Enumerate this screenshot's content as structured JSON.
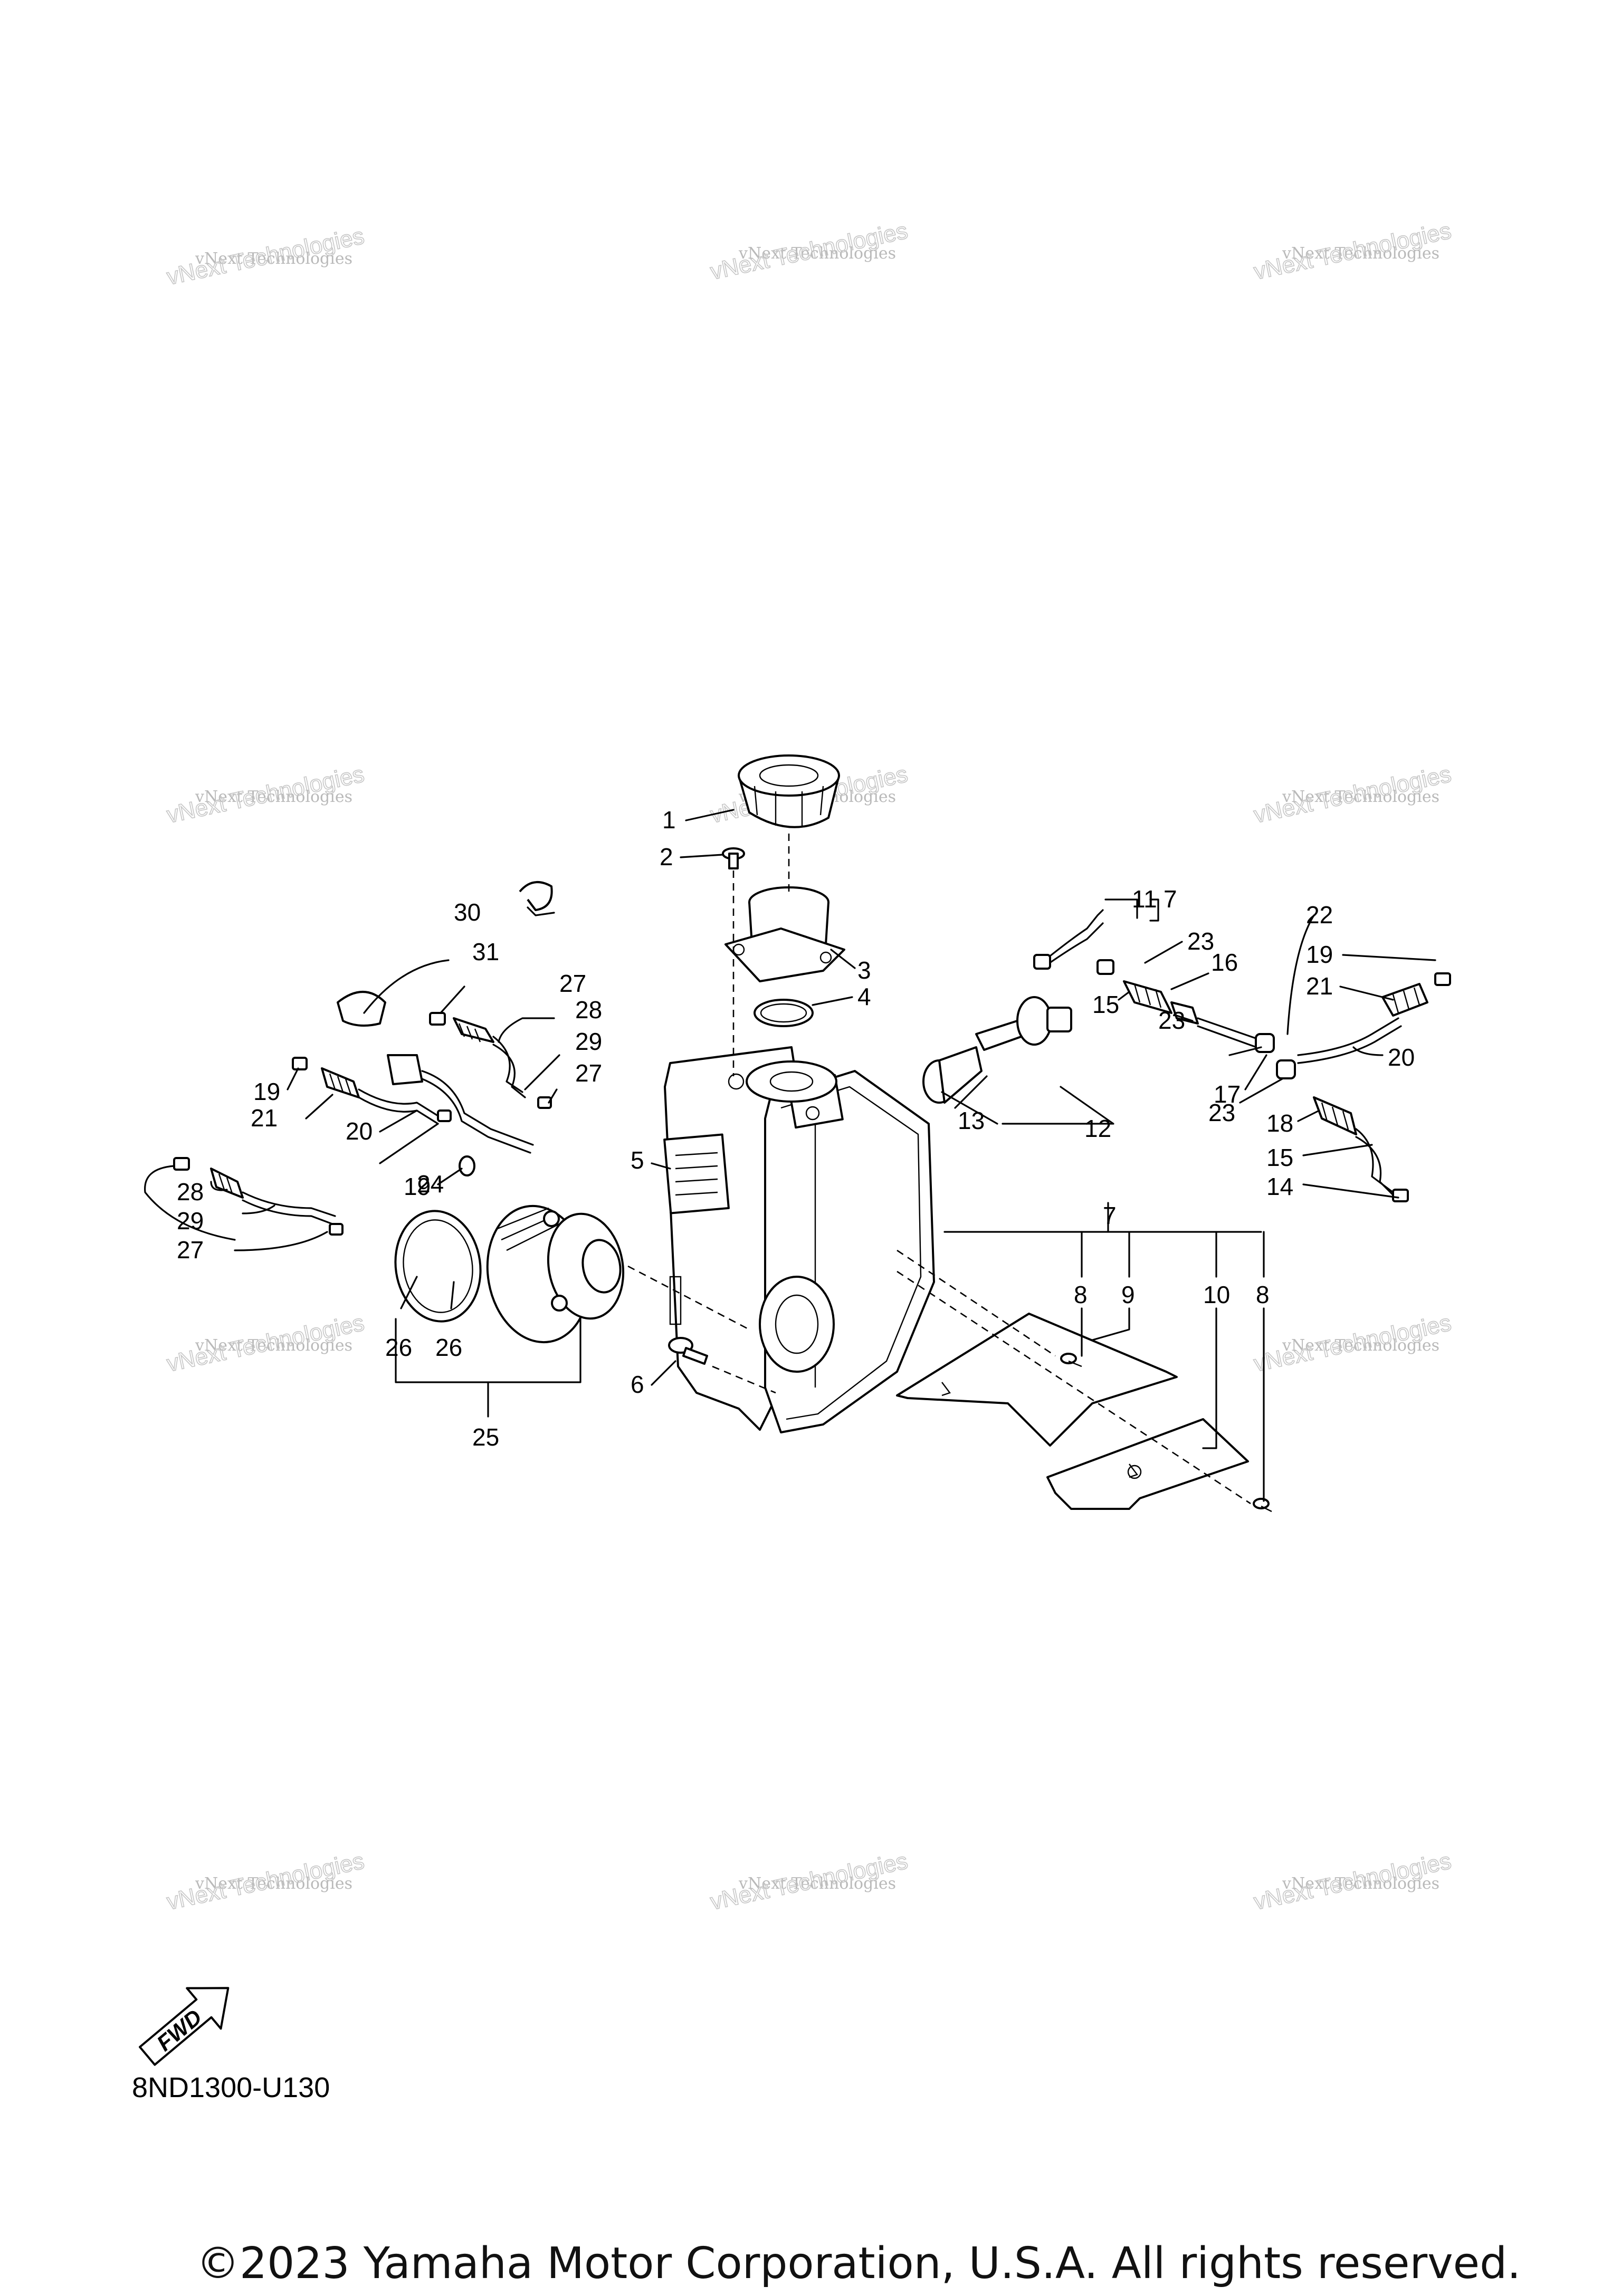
{
  "diagram": {
    "callouts": [
      "1",
      "2",
      "3",
      "4",
      "5",
      "6",
      "7",
      "8",
      "9",
      "10",
      "11",
      "12",
      "13",
      "14",
      "15",
      "16",
      "17",
      "18",
      "19",
      "20",
      "21",
      "22",
      "23",
      "24",
      "25",
      "26",
      "27",
      "28",
      "29",
      "30",
      "31"
    ],
    "watermark_line1": "vNext Technologies",
    "watermark_line2": "vNext Technologies",
    "part_code": "8ND1300-U130",
    "fwd_label": "FWD",
    "copyright": "©2023 Yamaha Motor Corporation, U.S.A. All rights reserved."
  },
  "colors": {
    "ink": "#000000",
    "watermark": "#bdbdbd",
    "background": "#ffffff"
  }
}
